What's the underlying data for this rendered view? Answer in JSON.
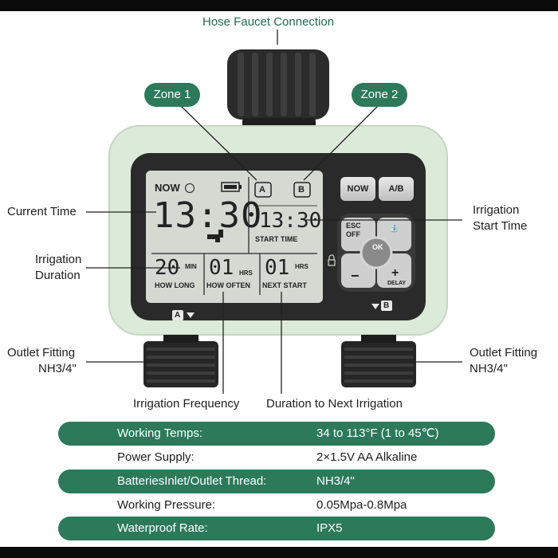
{
  "labels": {
    "hose_faucet": "Hose Faucet Connection",
    "zone1": "Zone 1",
    "zone2": "Zone 2",
    "current_time": "Current Time",
    "irrigation_duration_1": "Irrigation",
    "irrigation_duration_2": "Duration",
    "irrigation_start_1": "Irrigation",
    "irrigation_start_2": "Start Time",
    "outlet_left_1": "Outlet Fitting",
    "outlet_left_2": "NH3/4\"",
    "outlet_right_1": "Outlet Fitting",
    "outlet_right_2": "NH3/4\"",
    "irrigation_frequency": "Irrigation Frequency",
    "duration_next": "Duration to Next Irrigation"
  },
  "device": {
    "now_label": "NOW",
    "zone_a": "A",
    "zone_b": "B",
    "current_time": "13:30",
    "start_time": "13:30",
    "start_time_label": "START TIME",
    "how_long_value": "20",
    "how_long_unit": "MIN",
    "how_long_label": "HOW LONG",
    "how_often_value": "01",
    "how_often_unit": "HRS",
    "how_often_label": "HOW OFTEN",
    "next_start_value": "01",
    "next_start_unit": "HRS",
    "next_start_label": "NEXT START",
    "btn_now": "NOW",
    "btn_ab": "A/B",
    "btn_esc": "ESC",
    "btn_off": "OFF",
    "btn_ok": "OK",
    "btn_minus": "−",
    "btn_plus": "+",
    "btn_delay": "DELAY",
    "outlet_a": "A",
    "outlet_b": "B"
  },
  "specs": [
    {
      "key": "Working Temps:",
      "value": "34 to 113°F (1 to 45℃)"
    },
    {
      "key": "Power Supply:",
      "value": "2×1.5V AA Alkaline"
    },
    {
      "key": "BatteriesInlet/Outlet Thread:",
      "value": "NH3/4\""
    },
    {
      "key": "Working Pressure:",
      "value": "0.05Mpa-0.8Mpa"
    },
    {
      "key": "Waterproof Rate:",
      "value": "IPX5"
    }
  ],
  "colors": {
    "accent": "#2c7a5a",
    "body": "#dcebd9",
    "bezel": "#2a2a2a",
    "lcd": "#d6d8d2"
  }
}
